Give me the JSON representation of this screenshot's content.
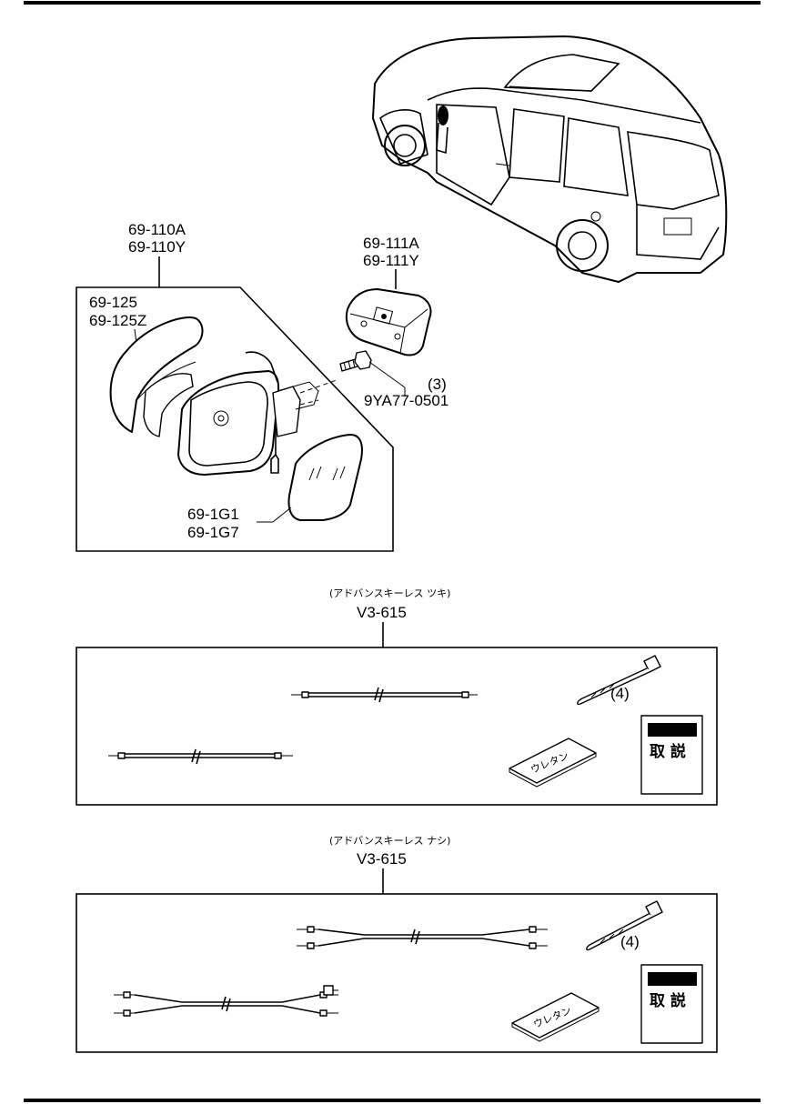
{
  "section1": {
    "mirror_assembly": {
      "line1": "69-110A",
      "line2": "69-110Y"
    },
    "mirror_cover": {
      "line1": "69-125",
      "line2": "69-125Z"
    },
    "mirror_glass": {
      "line1": "69-1G1",
      "line2": "69-1G7"
    },
    "garnish": {
      "line1": "69-111A",
      "line2": "69-111Y"
    },
    "bolt": {
      "qty": "(3)",
      "part_no": "9YA77-0501"
    }
  },
  "kit1": {
    "note": "(アドバンスキーレス ツキ)",
    "part_no": "V3-615",
    "tie_qty": "(4)",
    "urethane": "ウレタン",
    "manual": "取 説"
  },
  "kit2": {
    "note": "(アドバンスキーレス ナシ)",
    "part_no": "V3-615",
    "tie_qty": "(4)",
    "urethane": "ウレタン",
    "manual": "取 説"
  }
}
